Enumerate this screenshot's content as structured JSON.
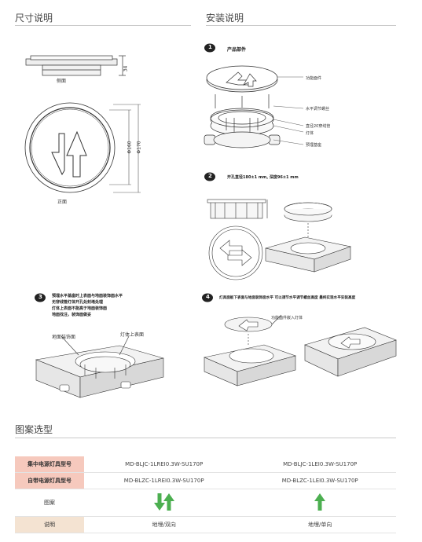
{
  "left_section": {
    "title": "尺寸说明"
  },
  "right_section": {
    "title": "安装说明"
  },
  "dimensions": {
    "side_label": "侧面",
    "front_label": "正面",
    "height_dim": "34",
    "inner_dia": "Φ160",
    "outer_dia": "Φ170"
  },
  "steps": {
    "s1": {
      "num": "1",
      "title": "产品部件",
      "labels": [
        "功能面件",
        "水平调节螺丝",
        "直径20穿线管",
        "灯体",
        "预埋基座"
      ]
    },
    "s2": {
      "num": "2",
      "title": "开孔直径180±1 mm, 深度96±1 mm"
    },
    "s3": {
      "num": "3",
      "text": [
        "预埋水平基座时上表面与地面装饰面水平",
        "无穿线管灯体开孔处封堵处理",
        "灯体上表面不能高于地面装饰面",
        "地面找注，装饰面做妥"
      ],
      "labels": [
        "地面装饰面",
        "灯体上表面"
      ]
    },
    "s4": {
      "num": "4",
      "text": "灯具面板下表面与地面装饰面水平 可以调节水平调节螺丝高度 最终实现水平安装高度",
      "label": "功能面件嵌入灯体"
    }
  },
  "pattern_section": {
    "title": "图案选型"
  },
  "table": {
    "rows": [
      {
        "head": "集中电源灯具型号",
        "col1": "MD-BLJC-1LREⅠ0.3W-SU170P",
        "col2": "MD-BLJC-1LEⅠ0.3W-SU170P"
      },
      {
        "head": "自带电源灯具型号",
        "col1": "MD-BLZC-1LREⅠ0.3W-SU170P",
        "col2": "MD-BLZC-1LEⅠ0.3W-SU170P"
      }
    ],
    "pattern_head": "图案",
    "desc_head": "说明",
    "desc1": "地埋/双向",
    "desc2": "地埋/单向",
    "arrow_color": "#4caf50",
    "pattern1_icon": "up-down-arrows-icon",
    "pattern2_icon": "up-arrow-icon"
  },
  "colors": {
    "head_pink": "#f6c9bd",
    "head_beige": "#f4e3d2"
  }
}
